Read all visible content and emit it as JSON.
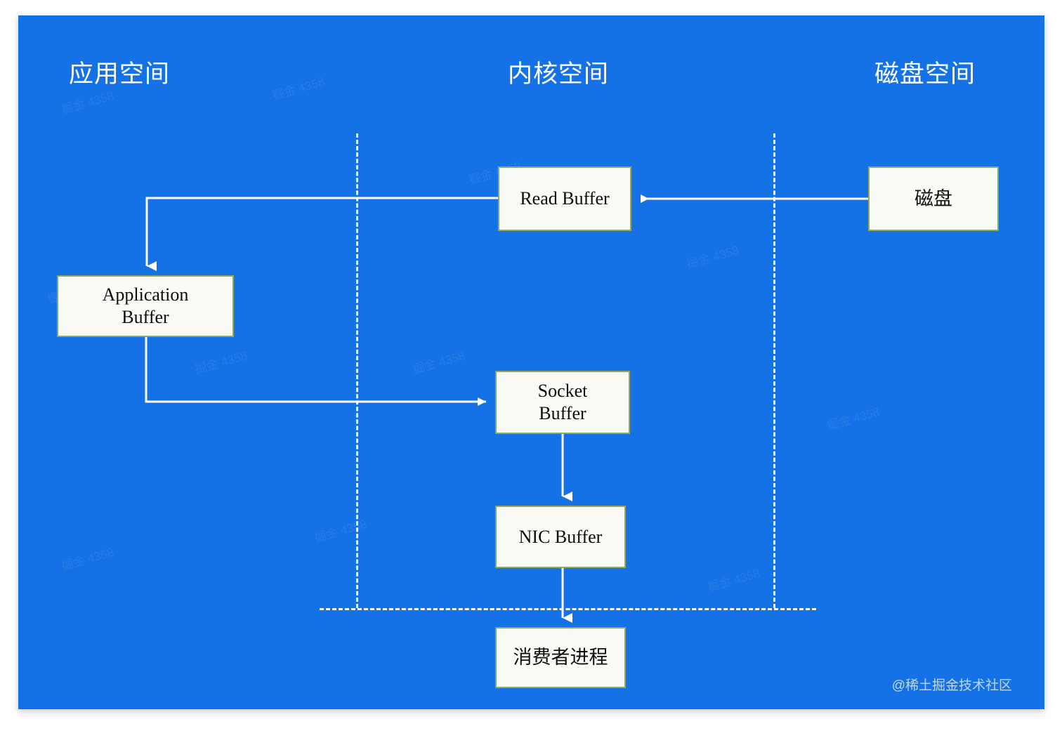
{
  "canvas": {
    "background_color": "#ffffff",
    "panel_color": "#1571e6",
    "box_fill": "#fbfbf6",
    "box_border": "#8fa862",
    "line_color": "#ffffff"
  },
  "headers": {
    "application_space": "应用空间",
    "kernel_space": "内核空间",
    "disk_space": "磁盘空间"
  },
  "nodes": {
    "read_buffer": "Read Buffer",
    "disk": "磁盘",
    "application_buffer": "Application\nBuffer",
    "socket_buffer": "Socket\nBuffer",
    "nic_buffer": "NIC Buffer",
    "consumer_process": "消费者进程"
  },
  "watermark": {
    "text": "@稀土掘金技术社区",
    "background_text": "掘金 4358"
  },
  "flow": {
    "edges": [
      {
        "from": "disk",
        "to": "read_buffer",
        "direction": "left"
      },
      {
        "from": "read_buffer",
        "to": "application_buffer",
        "direction": "left-then-down"
      },
      {
        "from": "application_buffer",
        "to": "socket_buffer",
        "direction": "down-then-right"
      },
      {
        "from": "socket_buffer",
        "to": "nic_buffer",
        "direction": "down"
      },
      {
        "from": "nic_buffer",
        "to": "consumer_process",
        "direction": "down"
      }
    ]
  }
}
